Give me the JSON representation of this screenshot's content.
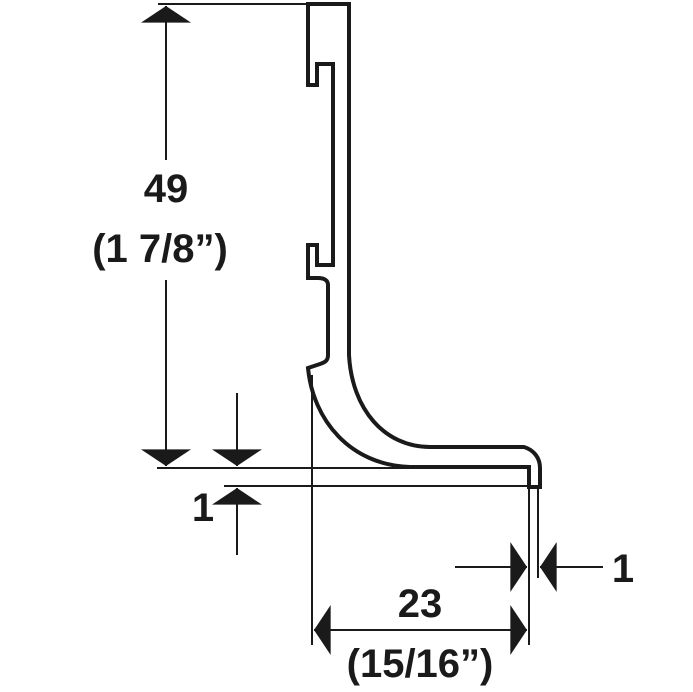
{
  "diagram": {
    "height_dim": {
      "metric": "49",
      "imperial": "(1 7/8”)"
    },
    "offset_dim": {
      "metric": "1"
    },
    "depth_dim": {
      "metric": "23",
      "imperial": "(15/16”)"
    },
    "lip_dim": {
      "metric": "1"
    },
    "colors": {
      "line": "#1a1a1a",
      "background": "#ffffff"
    }
  }
}
